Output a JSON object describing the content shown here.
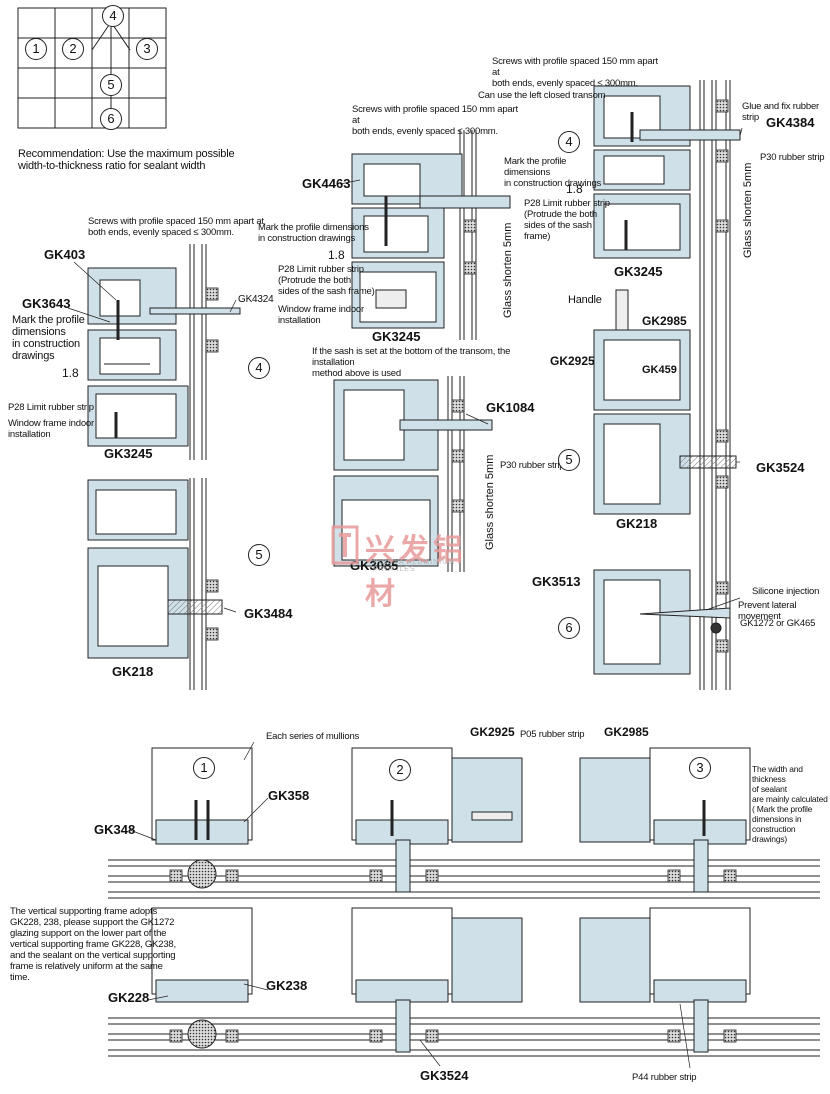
{
  "key_grid": {
    "labels": [
      "4",
      "1",
      "2",
      "3",
      "5",
      "6"
    ]
  },
  "recommendation": "Recommendation: Use the maximum possible\nwidth-to-thickness ratio for sealant width",
  "top_left": {
    "screws_note": "Screws with profile spaced 150 mm apart at\nboth ends, evenly spaced ≤ 300mm.",
    "gk403": "GK403",
    "gk3643": "GK3643",
    "mark_dims": "Mark the profile\ndimensions\nin construction\ndrawings",
    "dim_18": "1.8",
    "p28": "P28 Limit rubber strip",
    "window_frame": "Window frame indoor\ninstallation",
    "gk4324": "GK4324",
    "gk3245": "GK3245",
    "num4": "4",
    "gk3484": "GK3484",
    "gk218": "GK218",
    "num5": "5"
  },
  "top_mid": {
    "screws_note": "Screws with profile spaced 150 mm apart at\nboth ends, evenly spaced ≤ 300mm.",
    "gk4463": "GK4463",
    "mark_dims": "Mark the profile dimensions\nin construction drawings",
    "dim_18": "1.8",
    "p28": "P28 Limit rubber strip\n(Protrude the both\nsides of the sash frame)",
    "window_frame": "Window frame indoor\ninstallation",
    "gk3245": "GK3245",
    "glass_shorten": "Glass shorten 5mm",
    "sash_note": "If the sash is set at the bottom of the transom, the installation\nmethod above is used",
    "gk1084": "GK1084",
    "p30": "P30 rubber strip",
    "glass_shorten2": "Glass shorten 5mm",
    "gk3085": "GK3085"
  },
  "top_right": {
    "screws_note": "Screws with profile spaced 150 mm apart at\nboth ends, evenly spaced ≤ 300mm.",
    "left_closed": "Can use the left closed transom",
    "glue_fix": "Glue and fix rubber strip",
    "gk4384": "GK4384",
    "p30": "P30 rubber strip",
    "mark_dims": "Mark the profile dimensions\nin construction drawings",
    "dim_18": "1.8",
    "p28": "P28 Limit rubber strip\n(Protrude the both\nsides of the sash frame)",
    "num4": "4",
    "glass_shorten": "Glass shorten 5mm",
    "gk3245": "GK3245",
    "handle": "Handle",
    "gk2985": "GK2985",
    "gk2925": "GK2925",
    "gk459": "GK459",
    "gk3524": "GK3524",
    "num5": "5",
    "gk218": "GK218",
    "gk3513": "GK3513",
    "silicone": "Silicone injection",
    "prevent": "Prevent lateral movement",
    "gk1272": "GK1272  or GK465",
    "num6": "6"
  },
  "bottom": {
    "num1": "1",
    "each_series": "Each series of mullions",
    "gk358": "GK358",
    "gk348": "GK348",
    "gk2925": "GK2925",
    "p05": "P05 rubber strip",
    "num2": "2",
    "gk2985": "GK2985",
    "num3": "3",
    "width_note": "The width and thickness\nof sealant\nare mainly calculated\n( Mark the profile\ndimensions in\nconstruction drawings)",
    "vertical_note": "The vertical supporting frame adopts\nGK228, 238, please support the GK1272\nglazing support on the lower part of the\nvertical supporting frame GK228, GK238,\nand the sealant on the vertical supporting\nframe is relatively uniform at the same\ntime.",
    "gk228": "GK228",
    "gk238": "GK238",
    "gk3524": "GK3524",
    "p44": "P44 rubber strip"
  },
  "watermark": {
    "cn": "兴发铝材",
    "en": "XINGFA ALUMINIUM PROFILES"
  },
  "colors": {
    "profile_fill": "#cfe0e8",
    "line": "#222222",
    "hatch": "#999999",
    "watermark": "#e89a9a"
  }
}
